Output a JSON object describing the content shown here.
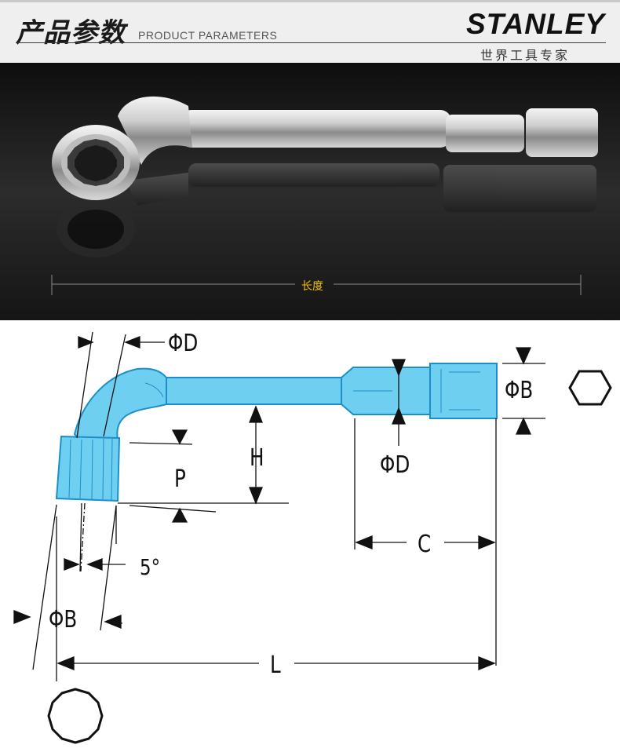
{
  "header": {
    "title_cn": "产品参数",
    "title_en": "PRODUCT PARAMETERS",
    "brand": "STANLEY",
    "slogan": "世界工具专家"
  },
  "photo": {
    "length_label": "长度"
  },
  "drawing": {
    "labels": {
      "phi_d_top": "ΦD",
      "phi_b_right": "ΦB",
      "phi_d_mid": "ΦD",
      "h": "H",
      "p": "P",
      "c": "C",
      "angle": "5°",
      "phi_b_left": "ΦB",
      "l": "L"
    }
  },
  "colors": {
    "tool_fill": "#6fcff0",
    "tool_outline": "#1c8fc8",
    "dimension_line": "#111111",
    "length_label": "#f2c200",
    "photo_background": "#1c1c1c"
  },
  "icons": [
    "hexagon-icon",
    "dodecagon-icon"
  ]
}
